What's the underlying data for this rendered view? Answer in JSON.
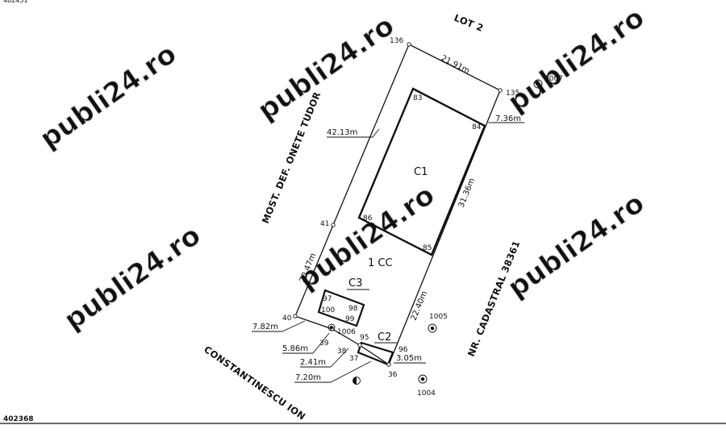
{
  "header_cut": "402451",
  "footer_id": "402368",
  "watermark": "publi24.ro",
  "neighbors": {
    "top": "LOT 2",
    "left": "MOST. DEF. ONETE TUDOR",
    "right": "NR. CADASTRAL 38361",
    "bottom": "CONSTANTINESCU ION"
  },
  "parcel_label": "1 CC",
  "buildings": [
    "C1",
    "C2",
    "C3"
  ],
  "points": {
    "p136": "136",
    "p135": "135",
    "p1007": "1007",
    "p83": "83",
    "p84": "84",
    "p86": "86",
    "p85": "85",
    "p41": "41",
    "p40": "40",
    "p39": "39",
    "p38": "38",
    "p37": "37",
    "p36": "36",
    "p95": "95",
    "p96": "96",
    "p97": "97",
    "p98": "98",
    "p99": "99",
    "p100": "100",
    "p1006": "1006",
    "p1005": "1005",
    "p1004": "1004"
  },
  "dims": {
    "top": "21.91m",
    "d735": "7.36m",
    "d4213": "42.13m",
    "d3136": "31.36m",
    "d2047": "20.47m",
    "d2240": "22.40m",
    "d782": "7.82m",
    "d586": "5.86m",
    "d241": "2.41m",
    "d305": "3.05m",
    "d720": "7.20m"
  }
}
